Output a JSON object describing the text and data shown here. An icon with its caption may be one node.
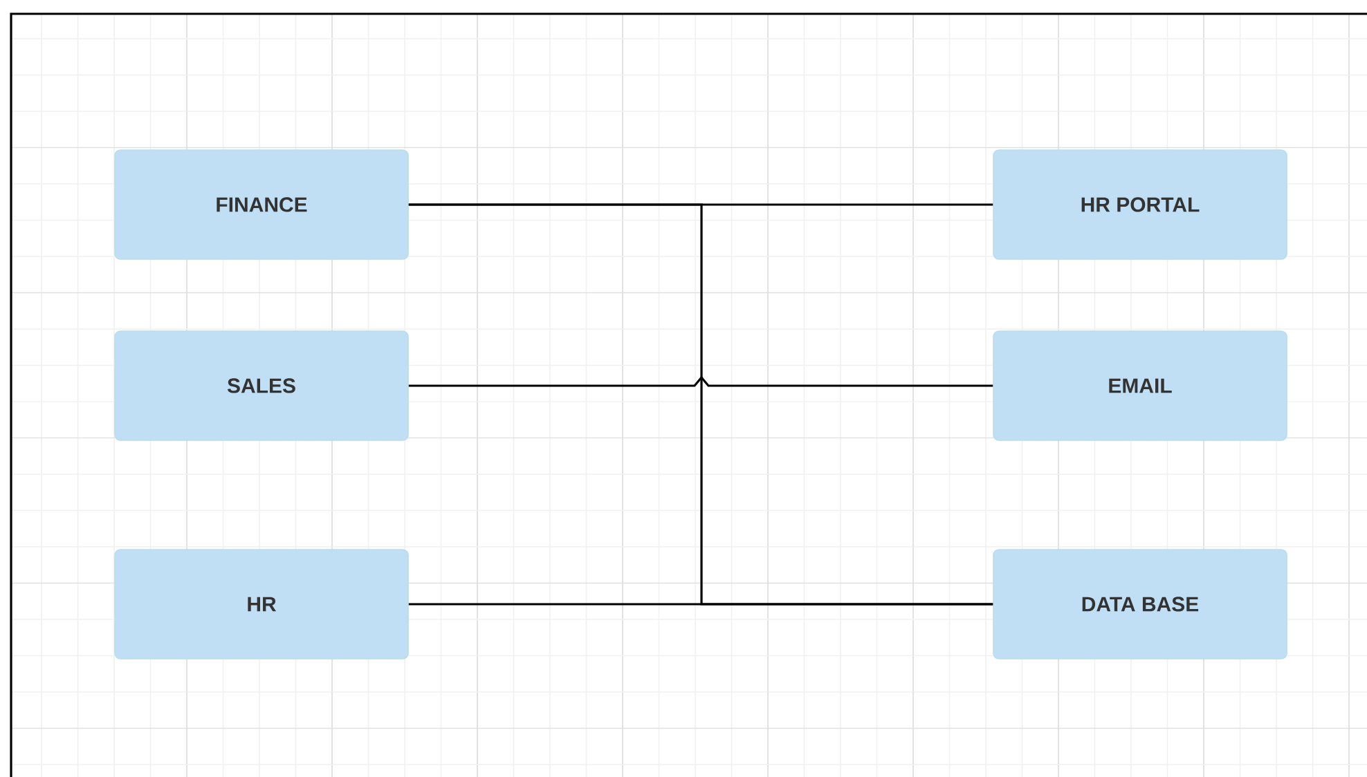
{
  "diagram": {
    "nodes": [
      {
        "text": [
          "FINANCE"
        ]
      },
      {
        "text": [
          "SALES"
        ]
      },
      {
        "text": [
          "HR"
        ]
      },
      {
        "text": [
          "HR PORTAL"
        ]
      },
      {
        "text": [
          "EMAIL"
        ]
      },
      {
        "text": [
          "DATA BASE"
        ]
      }
    ],
    "edges": [
      {
        "from": 0,
        "to": 3,
        "arrow": "none"
      },
      {
        "from": 1,
        "to": 4,
        "arrow": "none"
      },
      {
        "from": 2,
        "to": 5,
        "arrow": "none"
      },
      {
        "from": 0,
        "to": 5,
        "arrow": "none"
      }
    ]
  }
}
